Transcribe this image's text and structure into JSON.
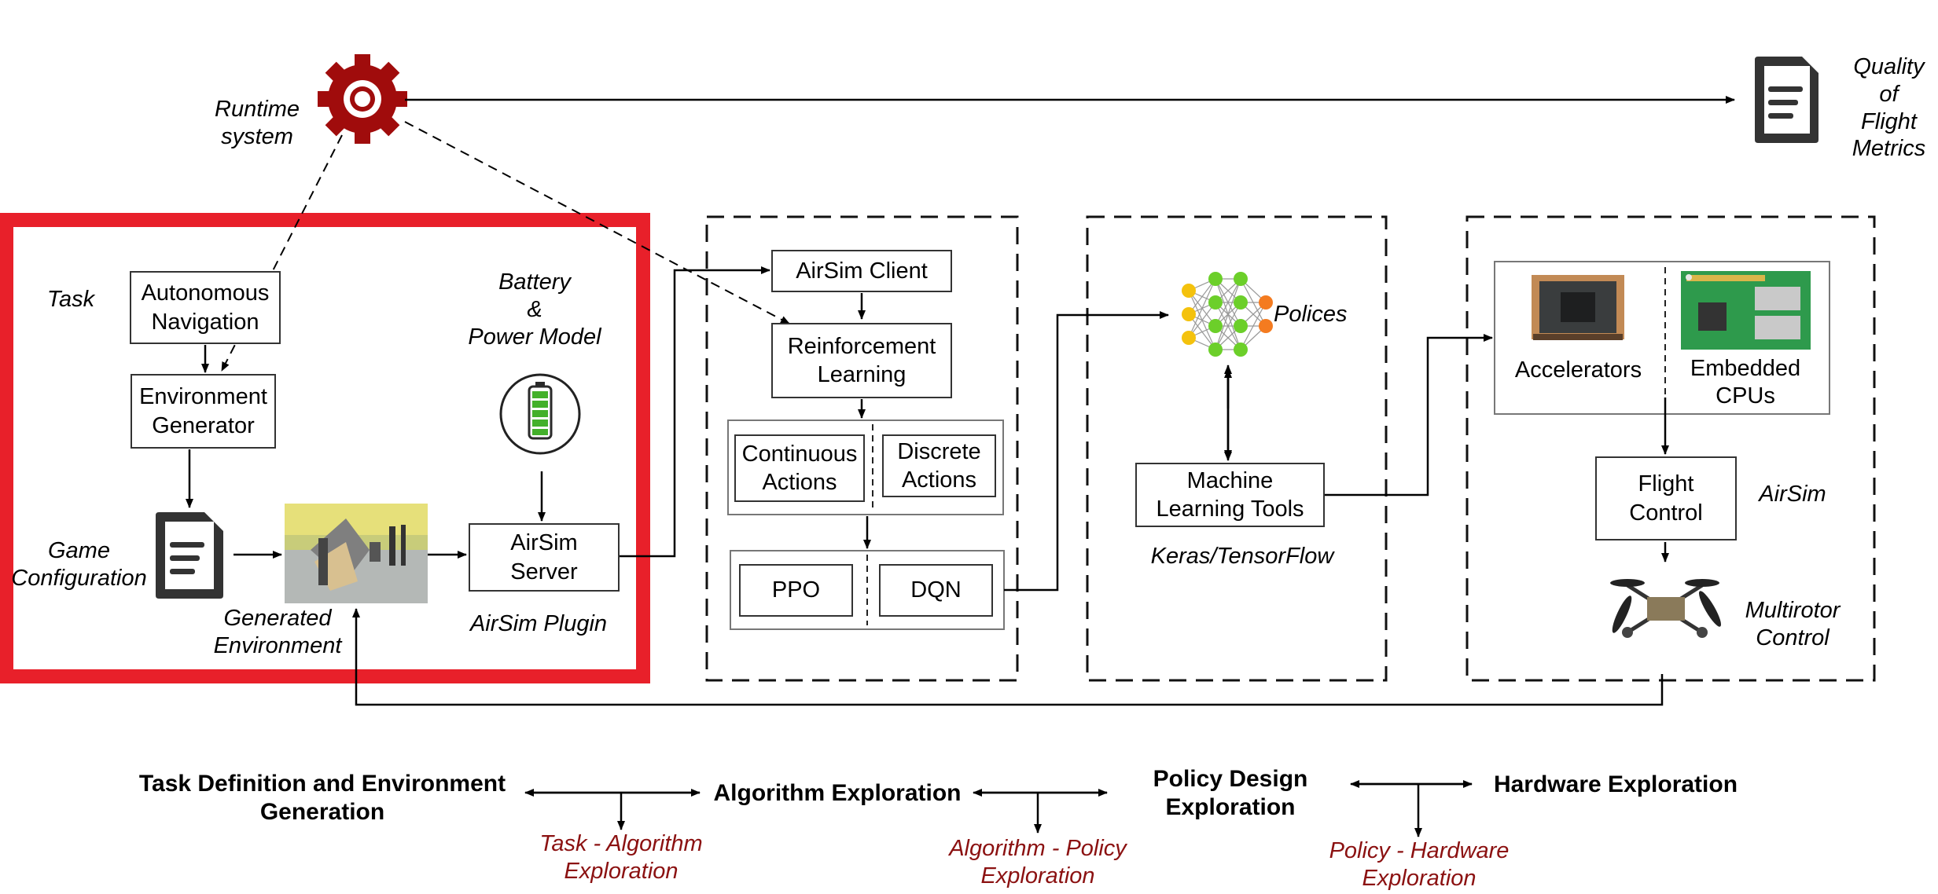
{
  "colors": {
    "highlight": "#e8202a",
    "gear": "#a00c0c",
    "red_text": "#8b1111",
    "doc_icon": "#333333"
  },
  "icons": [
    "gear-icon",
    "document-icon",
    "battery-icon",
    "neural-network-icon",
    "drone-icon"
  ],
  "runtime": {
    "label": "Runtime\nsystem"
  },
  "metrics": {
    "label": "Quality\nof\nFlight\nMetrics"
  },
  "task_section": {
    "task_label": "Task",
    "autonomous_navigation": "Autonomous\nNavigation",
    "environment_generator": "Environment\nGenerator",
    "battery_label": "Battery\n&\nPower Model",
    "game_configuration": "Game\nConfiguration",
    "generated_environment": "Generated\nEnvironment",
    "airsim_server": "AirSim\nServer",
    "airsim_plugin": "AirSim Plugin"
  },
  "algorithm_section": {
    "airsim_client": "AirSim Client",
    "reinforcement_learning": "Reinforcement\nLearning",
    "continuous_actions": "Continuous\nActions",
    "discrete_actions": "Discrete\nActions",
    "ppo": "PPO",
    "dqn": "DQN"
  },
  "policy_section": {
    "polices": "Polices",
    "ml_tools": "Machine\nLearning Tools",
    "keras": "Keras/TensorFlow"
  },
  "hardware_section": {
    "accelerators": "Accelerators",
    "embedded_cpus": "Embedded\nCPUs",
    "flight_control": "Flight\nControl",
    "airsim": "AirSim",
    "multirotor_control": "Multirotor\nControl"
  },
  "bottom": {
    "task_definition": "Task Definition and Environment\nGeneration",
    "algorithm_exploration": "Algorithm Exploration",
    "policy_design": "Policy Design\nExploration",
    "hardware_exploration": "Hardware Exploration",
    "task_algorithm": "Task - Algorithm\nExploration",
    "algorithm_policy": "Algorithm - Policy\nExploration",
    "policy_hardware": "Policy - Hardware\nExploration"
  }
}
